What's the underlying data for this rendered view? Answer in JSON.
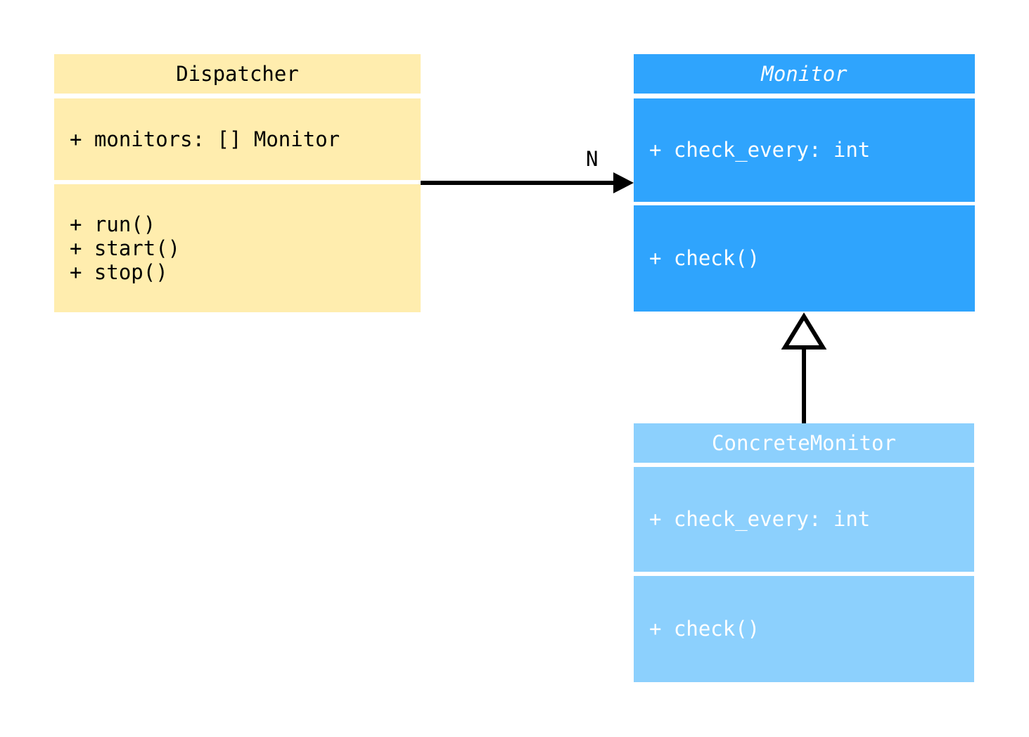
{
  "diagram": {
    "kind": "uml-class-diagram",
    "background": "#ffffff",
    "classes": [
      {
        "id": "dispatcher",
        "name": "Dispatcher",
        "abstract": false,
        "fill": "#ffedae",
        "text_color": "#000000",
        "attributes": [
          "+ monitors: [] Monitor"
        ],
        "methods": [
          "+ run()",
          "+ start()",
          "+ stop()"
        ]
      },
      {
        "id": "monitor",
        "name": "Monitor",
        "abstract": true,
        "fill": "#2fa4fd",
        "text_color": "#ffffff",
        "attributes": [
          "+ check_every: int"
        ],
        "methods": [
          "+ check()"
        ]
      },
      {
        "id": "concretemonitor",
        "name": "ConcreteMonitor",
        "abstract": false,
        "fill": "#8cd0fd",
        "text_color": "#ffffff",
        "attributes": [
          "+ check_every: int"
        ],
        "methods": [
          "+ check()"
        ]
      }
    ],
    "relationships": [
      {
        "id": "dispatcher-to-monitor",
        "type": "association",
        "from": "dispatcher",
        "to": "monitor",
        "label": "N",
        "arrow": "filled-open-arrow",
        "color": "#000000"
      },
      {
        "id": "concretemonitor-to-monitor",
        "type": "generalization",
        "from": "concretemonitor",
        "to": "monitor",
        "label": "",
        "arrow": "hollow-triangle",
        "color": "#000000"
      }
    ]
  }
}
